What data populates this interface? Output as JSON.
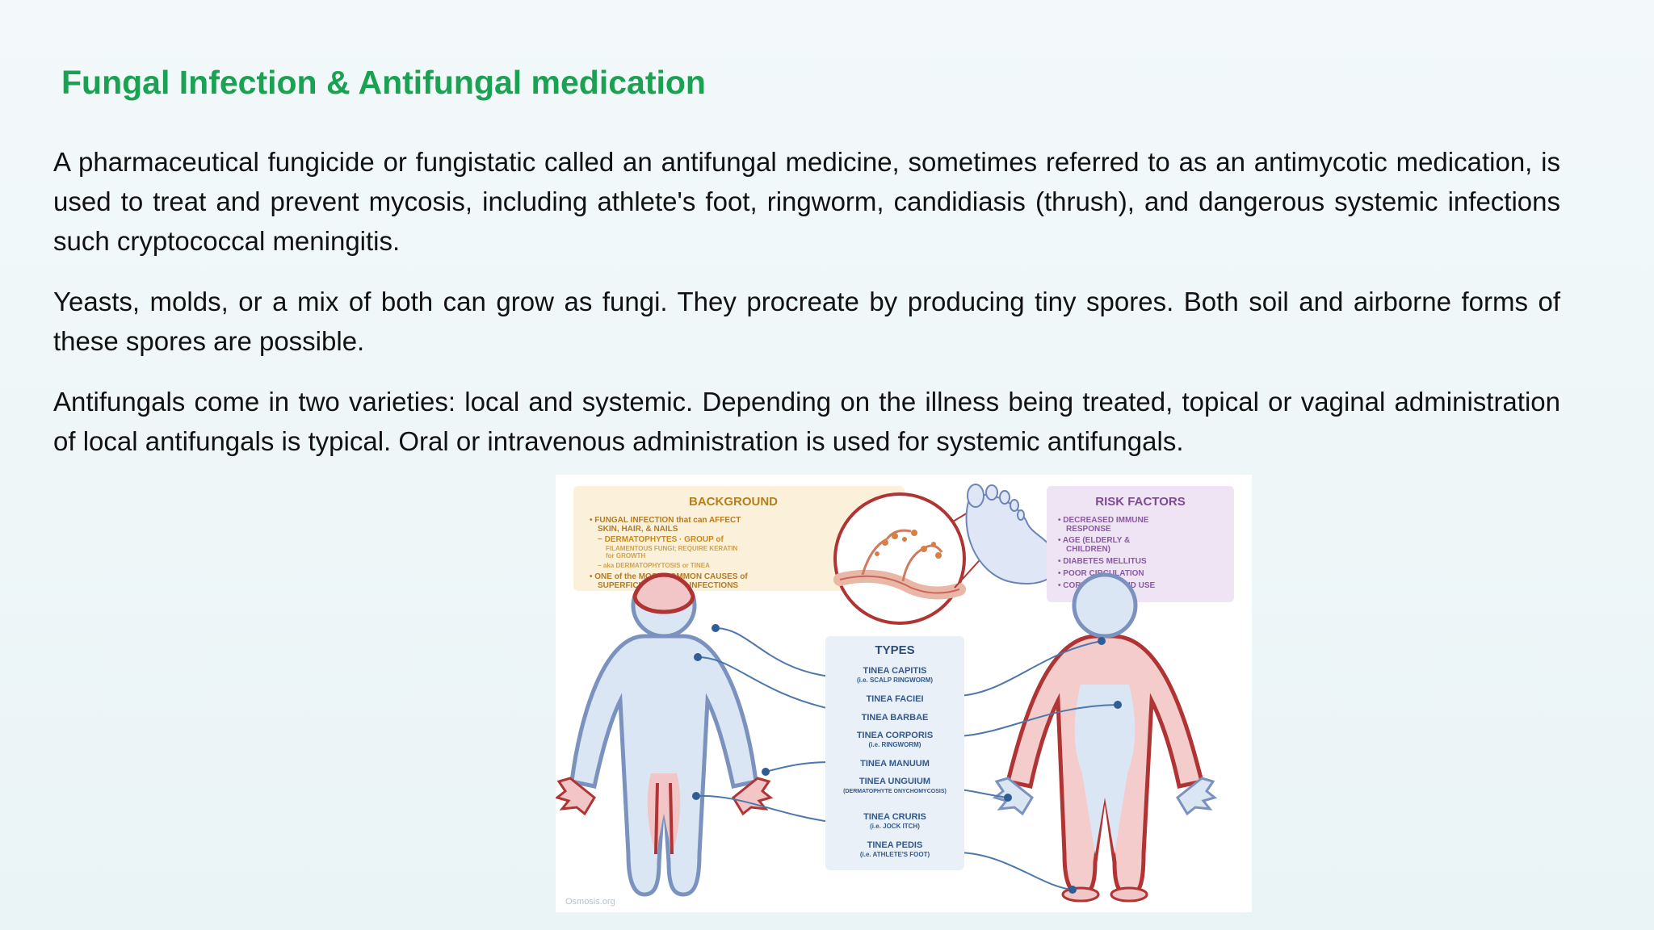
{
  "slide": {
    "title": "Fungal Infection & Antifungal medication",
    "paragraphs": [
      "A pharmaceutical fungicide or fungistatic called an antifungal medicine, sometimes referred to as an antimycotic medication, is used to treat and prevent mycosis, including athlete's foot, ringworm, candidiasis (thrush), and dangerous systemic infections such cryptococcal meningitis.",
      "Yeasts, molds, or a mix of both can grow as fungi. They procreate by producing tiny spores. Both soil and airborne forms of these spores are possible.",
      "Antifungals come in two varieties: local and systemic. Depending on the illness being treated, topical or vaginal administration of local antifungals is typical. Oral or intravenous administration is used for systemic antifungals."
    ],
    "colors": {
      "title": "#1aa152",
      "text": "#111111"
    }
  },
  "illustration": {
    "background": {
      "heading": "BACKGROUND",
      "lines": [
        "• FUNGAL INFECTION that can AFFECT",
        "SKIN, HAIR, & NAILS",
        "− DERMATOPHYTES · GROUP of",
        "FILAMENTOUS FUNGI; REQUIRE KERATIN",
        "for GROWTH",
        "− aka DERMATOPHYTOSIS or TINEA",
        "• ONE of the MOST COMMON CAUSES of",
        "SUPERFICIAL FUNGAL INFECTIONS"
      ]
    },
    "risk_factors": {
      "heading": "RISK FACTORS",
      "lines": [
        "• DECREASED IMMUNE",
        "RESPONSE",
        "• AGE (ELDERLY &",
        "CHILDREN)",
        "• DIABETES MELLITUS",
        "• POOR CIRCULATION",
        "• CORTICOSTEROID USE"
      ]
    },
    "types": {
      "heading": "TYPES",
      "items": [
        {
          "name": "TINEA CAPITIS",
          "note": "(i.e. SCALP RINGWORM)"
        },
        {
          "name": "TINEA FACIEI",
          "note": ""
        },
        {
          "name": "TINEA BARBAE",
          "note": ""
        },
        {
          "name": "TINEA CORPORIS",
          "note": "(i.e. RINGWORM)"
        },
        {
          "name": "TINEA MANUUM",
          "note": ""
        },
        {
          "name": "TINEA UNGUIUM",
          "note": "(DERMATOPHYTE ONYCHOMYCOSIS)"
        },
        {
          "name": "TINEA CRURIS",
          "note": "(i.e. JOCK ITCH)"
        },
        {
          "name": "TINEA PEDIS",
          "note": "(i.e. ATHLETE'S FOOT)"
        }
      ]
    },
    "watermark": "Osmosis.org"
  }
}
